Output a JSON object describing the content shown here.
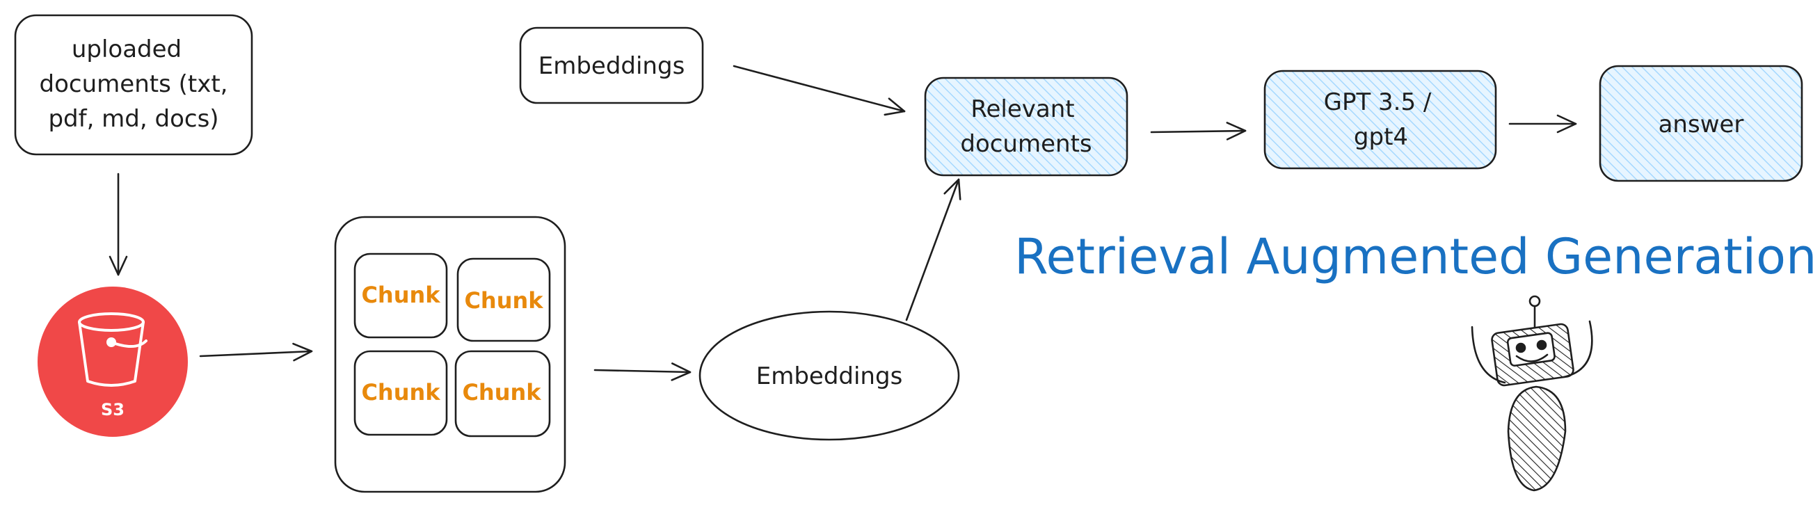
{
  "nodes": {
    "uploaded_documents": [
      "uploaded",
      "documents (txt,",
      "pdf, md, docs)"
    ],
    "s3_label": "S3",
    "chunks": [
      "Chunk",
      "Chunk",
      "Chunk",
      "Chunk"
    ],
    "embeddings_top": "Embeddings",
    "embeddings_bottom": "Embeddings",
    "relevant_documents": [
      "Relevant",
      "documents"
    ],
    "gpt": [
      "GPT 3.5 /",
      "gpt4"
    ],
    "answer": "answer"
  },
  "title": "Retrieval Augmented Generation",
  "colors": {
    "ink": "#1e1e1e",
    "s3_red": "#f04848",
    "chunk_orange": "#e8890c",
    "title_blue": "#1971c2",
    "hatch_blue": "#a5d8ff"
  },
  "icons": [
    "bucket-icon",
    "robot-icon"
  ]
}
